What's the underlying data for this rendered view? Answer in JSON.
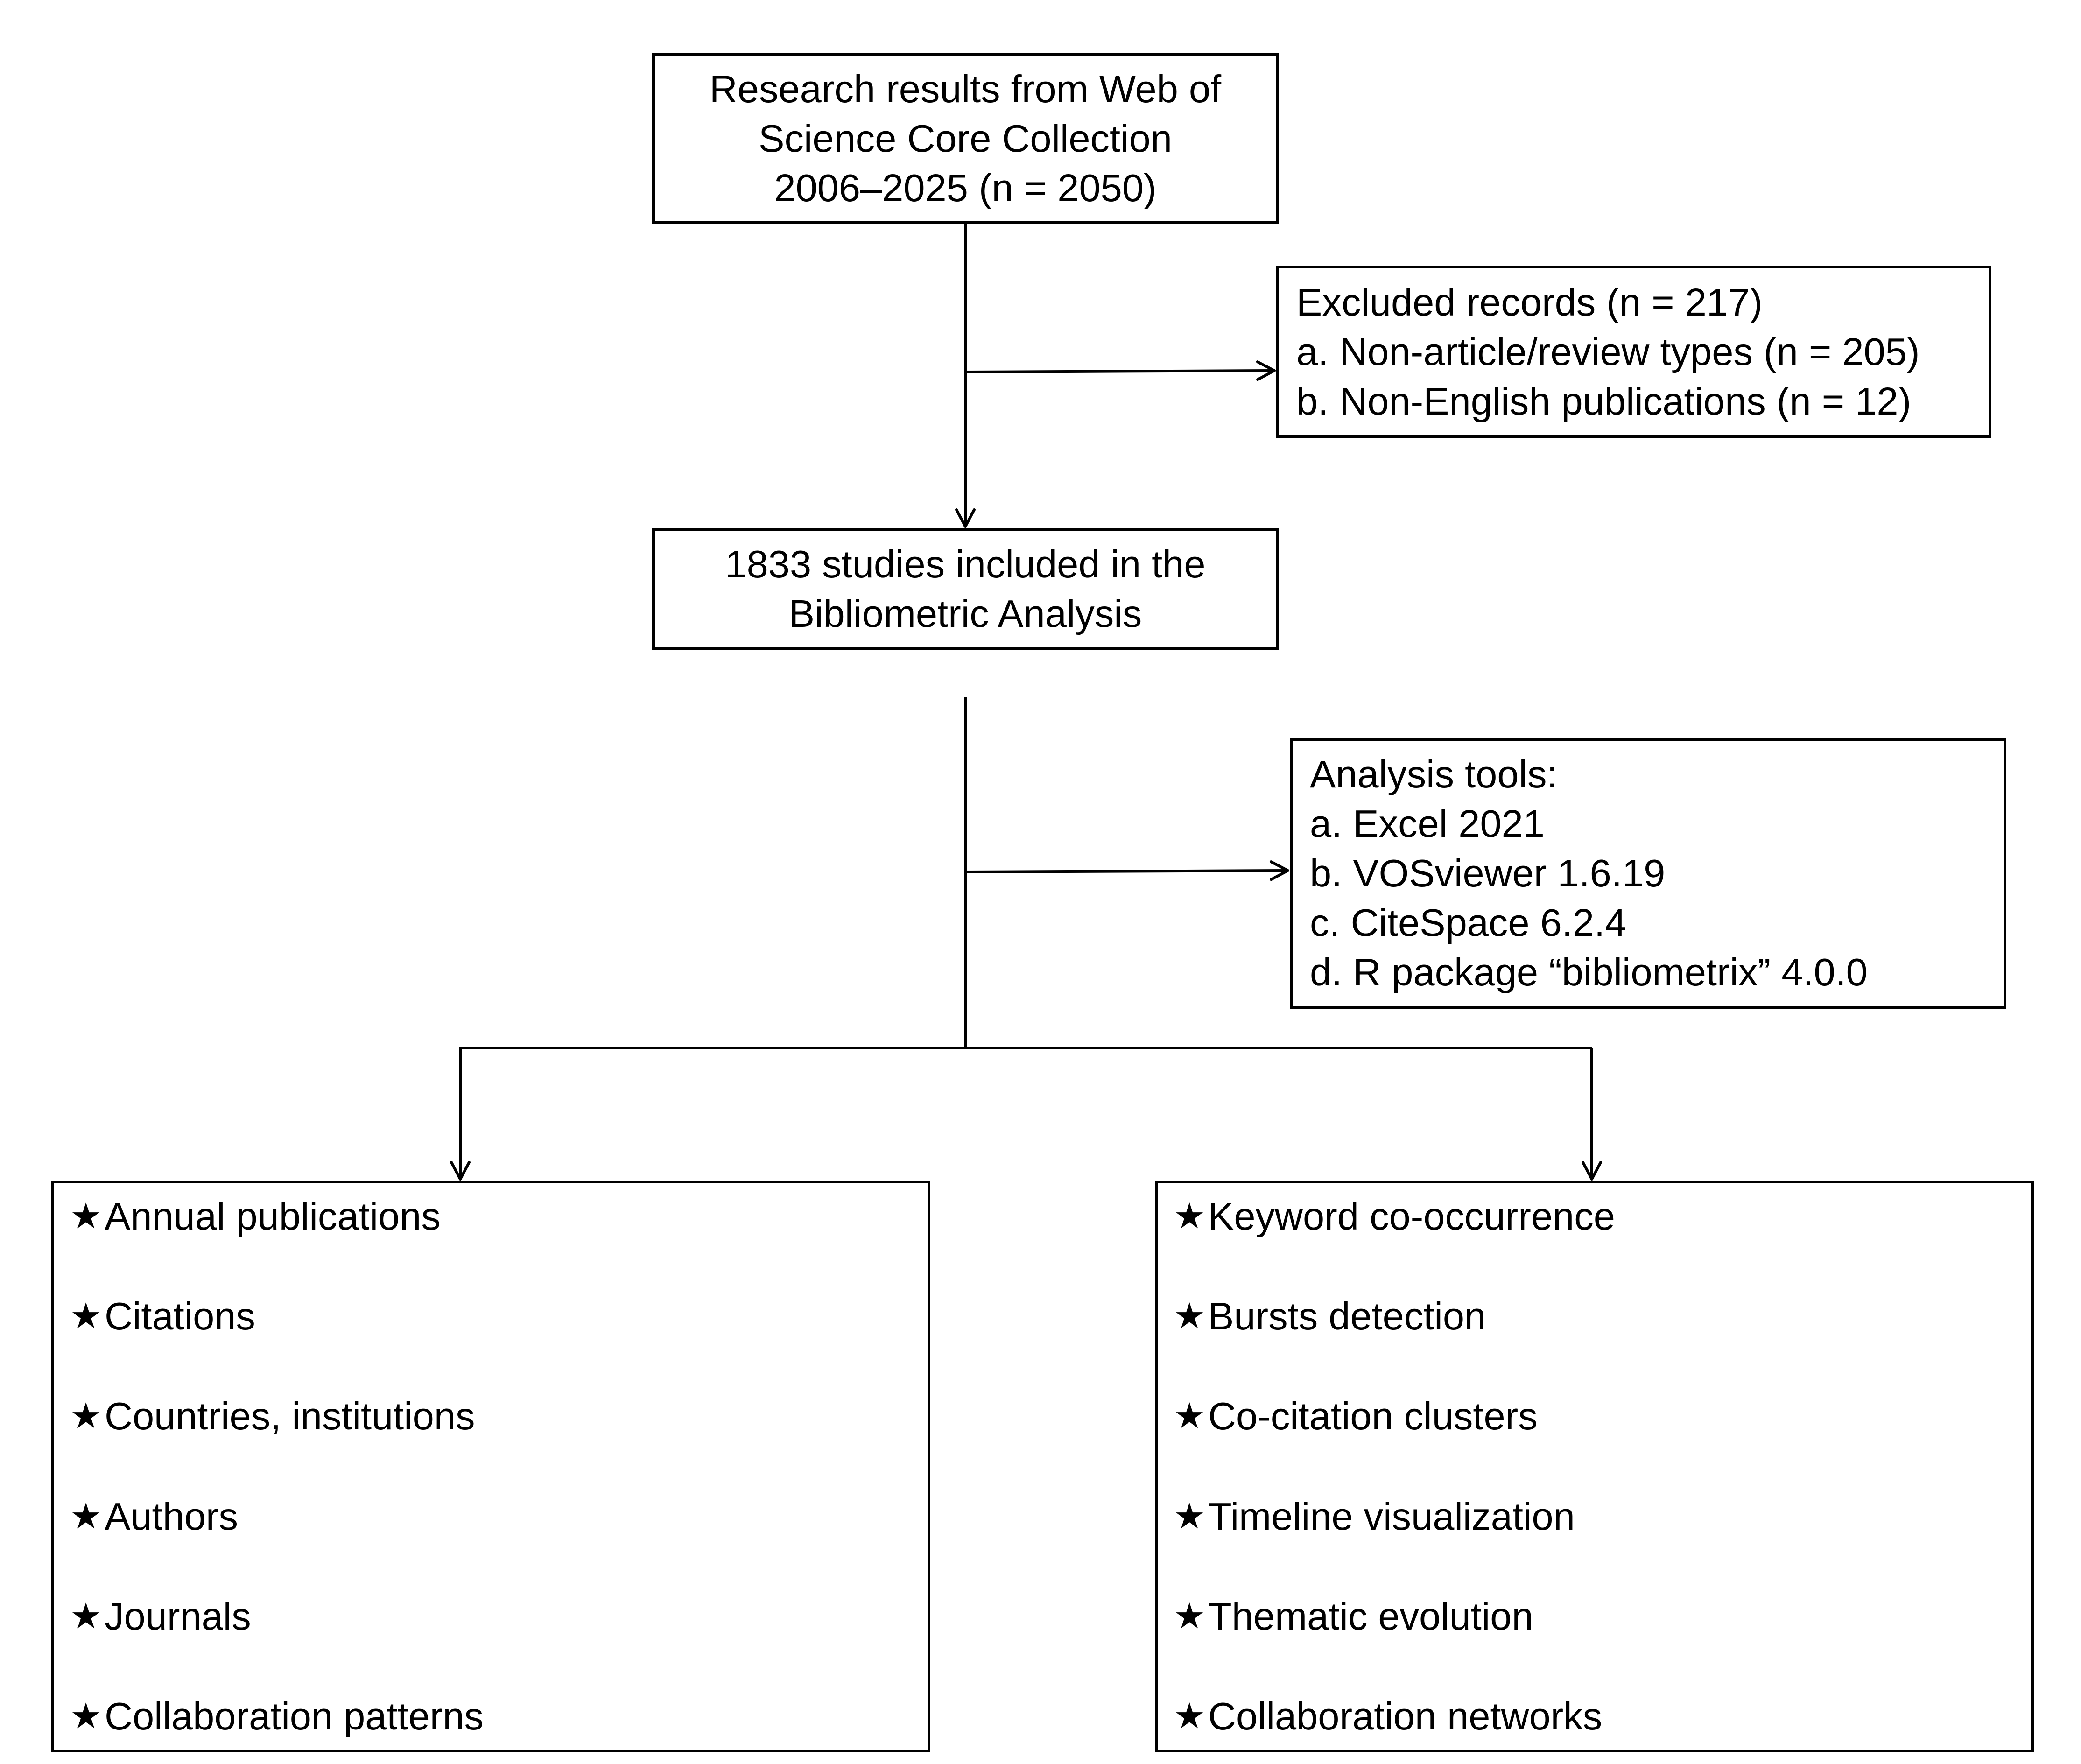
{
  "source_box": {
    "lines": [
      "Research results from Web of",
      "Science Core Collection",
      "2006–2025 (n = 2050)"
    ]
  },
  "excluded_box": {
    "lines": [
      "Excluded records (n = 217)",
      "a. Non-article/review types (n = 205)",
      "b. Non-English publications (n = 12)"
    ]
  },
  "included_box": {
    "lines": [
      "1833 studies included in the",
      "Bibliometric Analysis"
    ]
  },
  "tools_box": {
    "lines": [
      "Analysis tools:",
      "a. Excel 2021",
      "b. VOSviewer 1.6.19",
      "c. CiteSpace 6.2.4",
      "d. R package “bibliometrix” 4.0.0"
    ]
  },
  "left_list": {
    "bullet": "★",
    "items": [
      "Annual publications",
      "Citations",
      "Countries, institutions",
      "Authors",
      "Journals",
      "Collaboration patterns"
    ]
  },
  "right_list": {
    "bullet": "★",
    "items": [
      "Keyword co-occurrence",
      "Bursts detection",
      "Co-citation clusters",
      "Timeline visualization",
      "Thematic evolution",
      "Collaboration networks"
    ]
  }
}
